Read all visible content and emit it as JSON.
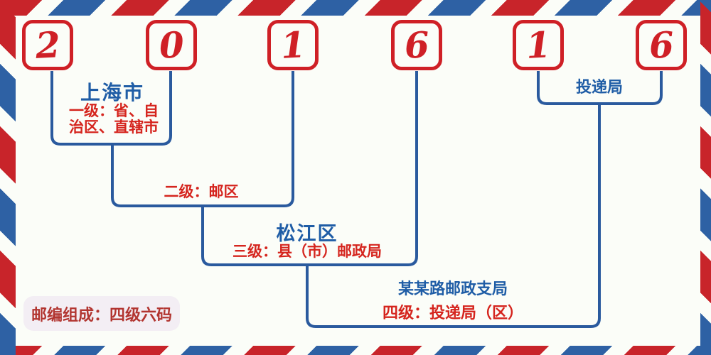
{
  "postal_code": {
    "value": "201616",
    "digits": [
      "2",
      "0",
      "1",
      "6",
      "1",
      "6"
    ]
  },
  "labels": {
    "level1_place": "上海市",
    "level1_desc_line1": "一级：省、自",
    "level1_desc_line2": "治区、直辖市",
    "level2_desc": "二级：邮区",
    "level3_place": "松江区",
    "level3_desc": "三级：县（市）邮政局",
    "level4_place": "某某路邮政支局",
    "level4_desc": "四级：投递局（区）",
    "delivery_label": "投递局",
    "badge_text": "邮编组成：四级六码"
  },
  "colors": {
    "digit_red": "#cf2026",
    "desc_red": "#d5251e",
    "place_blue": "#1f5da6",
    "line_blue": "#2a5a9e",
    "border_red": "#c8242a",
    "border_blue": "#2e61a4",
    "badge_bg": "#f3eef4",
    "badge_text": "#b23530",
    "background": "#fbfdf8"
  }
}
